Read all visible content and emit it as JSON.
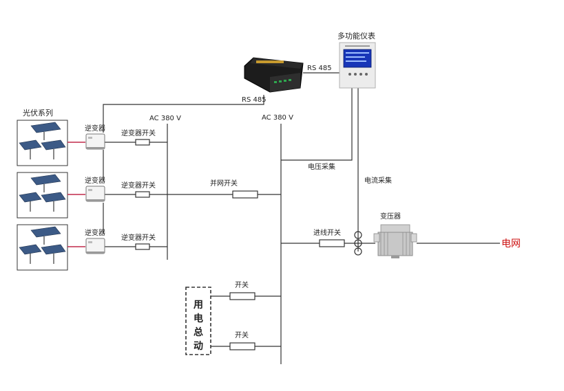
{
  "labels": {
    "meter_title": "多功能仪表",
    "pv_title": "光伏系列",
    "rs485_top": "RS 485",
    "rs485_left": "RS 485",
    "ac_left": "AC  380 V",
    "ac_main": "AC  380 V",
    "inverter_1": "逆变器",
    "inverter_2": "逆变器",
    "inverter_3": "逆变器",
    "inv_switch_1": "逆变器开关",
    "inv_switch_2": "逆变器开关",
    "inv_switch_3": "逆变器开关",
    "grid_switch": "并网开关",
    "voltage_collect": "电压采集",
    "current_collect": "电流采集",
    "transformer": "变压器",
    "incoming_switch": "进线开关",
    "grid": "电网",
    "switch_1": "开关",
    "switch_2": "开关",
    "load_1": "用",
    "load_2": "电",
    "load_3": "总",
    "load_4": "动"
  },
  "colors": {
    "line": "#333333",
    "grid_red": "#cc1010",
    "inverter_link": "#c0284a"
  }
}
